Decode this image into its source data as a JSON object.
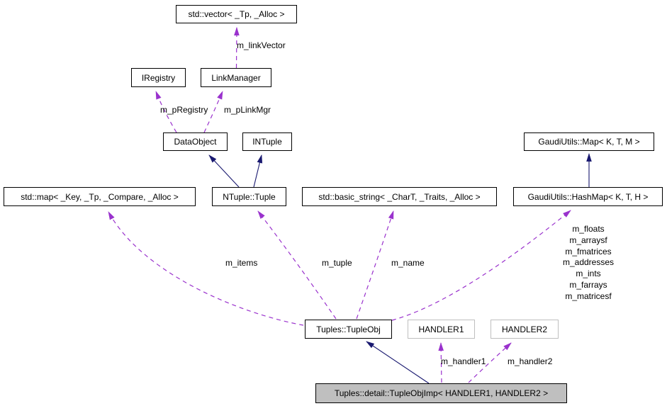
{
  "diagram": {
    "kind": "collaboration-graph",
    "colors": {
      "usage_edge": "#9a32cd",
      "inheritance_edge": "#191970",
      "node_border": "#000000",
      "node_background": "#ffffff",
      "focus_node_background": "#bfbfbf",
      "template_param_border": "#bfbfbf"
    },
    "nodes": [
      {
        "id": "std_vector",
        "label": "std::vector< _Tp, _Alloc >"
      },
      {
        "id": "iregistry",
        "label": "IRegistry"
      },
      {
        "id": "linkmanager",
        "label": "LinkManager"
      },
      {
        "id": "dataobject",
        "label": "DataObject"
      },
      {
        "id": "intuple",
        "label": "INTuple"
      },
      {
        "id": "gaudiutils_map",
        "label": "GaudiUtils::Map< K, T, M >"
      },
      {
        "id": "std_map",
        "label": "std::map< _Key, _Tp, _Compare, _Alloc >"
      },
      {
        "id": "ntuple_tuple",
        "label": "NTuple::Tuple"
      },
      {
        "id": "std_basic_string",
        "label": "std::basic_string< _CharT, _Traits, _Alloc >"
      },
      {
        "id": "gaudiutils_hashmap",
        "label": "GaudiUtils::HashMap< K, T, H >"
      },
      {
        "id": "tuples_tupleobj",
        "label": "Tuples::TupleObj"
      },
      {
        "id": "handler1",
        "label": "HANDLER1"
      },
      {
        "id": "handler2",
        "label": "HANDLER2"
      },
      {
        "id": "tupleobjimp",
        "label": "Tuples::detail::TupleObjImp< HANDLER1, HANDLER2 >"
      }
    ],
    "edge_labels": {
      "m_linkVector": "m_linkVector",
      "m_pRegistry": "m_pRegistry",
      "m_pLinkMgr": "m_pLinkMgr",
      "m_items": "m_items",
      "m_tuple": "m_tuple",
      "m_name": "m_name",
      "m_handler1": "m_handler1",
      "m_handler2": "m_handler2",
      "hashmap_fields": [
        "m_floats",
        "m_arraysf",
        "m_fmatrices",
        "m_addresses",
        "m_ints",
        "m_farrays",
        "m_matricesf"
      ]
    },
    "edges": [
      {
        "from": "LinkManager",
        "to": "std::vector< _Tp, _Alloc >",
        "style": "dashed-usage",
        "label": "m_linkVector"
      },
      {
        "from": "DataObject",
        "to": "IRegistry",
        "style": "dashed-usage",
        "label": "m_pRegistry"
      },
      {
        "from": "DataObject",
        "to": "LinkManager",
        "style": "dashed-usage",
        "label": "m_pLinkMgr"
      },
      {
        "from": "NTuple::Tuple",
        "to": "DataObject",
        "style": "solid-inheritance",
        "label": ""
      },
      {
        "from": "NTuple::Tuple",
        "to": "INTuple",
        "style": "solid-inheritance",
        "label": ""
      },
      {
        "from": "GaudiUtils::HashMap< K, T, H >",
        "to": "GaudiUtils::Map< K, T, M >",
        "style": "solid-inheritance",
        "label": ""
      },
      {
        "from": "Tuples::TupleObj",
        "to": "std::map< _Key, _Tp, _Compare, _Alloc >",
        "style": "dashed-usage",
        "label": "m_items"
      },
      {
        "from": "Tuples::TupleObj",
        "to": "NTuple::Tuple",
        "style": "dashed-usage",
        "label": "m_tuple"
      },
      {
        "from": "Tuples::TupleObj",
        "to": "std::basic_string< _CharT, _Traits, _Alloc >",
        "style": "dashed-usage",
        "label": "m_name"
      },
      {
        "from": "Tuples::TupleObj",
        "to": "GaudiUtils::HashMap< K, T, H >",
        "style": "dashed-usage",
        "label": "m_floats m_arraysf m_fmatrices m_addresses m_ints m_farrays m_matricesf"
      },
      {
        "from": "Tuples::detail::TupleObjImp< HANDLER1, HANDLER2 >",
        "to": "Tuples::TupleObj",
        "style": "solid-inheritance",
        "label": ""
      },
      {
        "from": "Tuples::detail::TupleObjImp< HANDLER1, HANDLER2 >",
        "to": "HANDLER1",
        "style": "dashed-usage",
        "label": "m_handler1"
      },
      {
        "from": "Tuples::detail::TupleObjImp< HANDLER1, HANDLER2 >",
        "to": "HANDLER2",
        "style": "dashed-usage",
        "label": "m_handler2"
      }
    ]
  }
}
